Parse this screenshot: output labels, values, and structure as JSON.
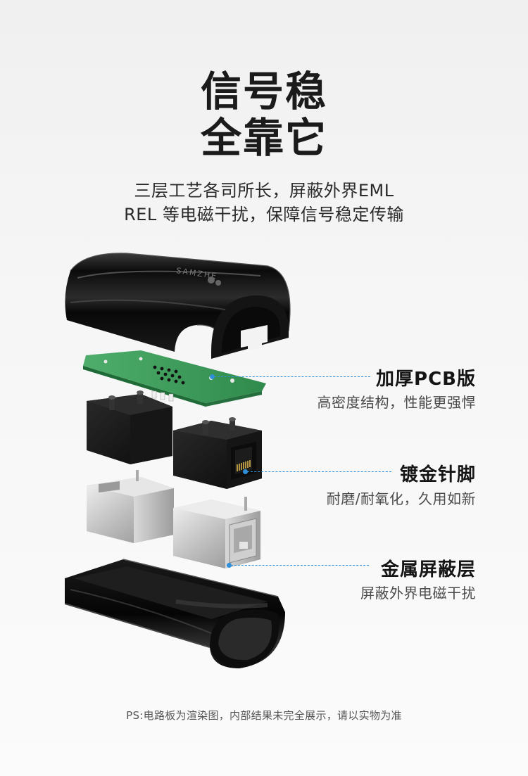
{
  "headline": {
    "line1": "信号稳",
    "line2": "全靠它"
  },
  "subtitle": {
    "line1": "三层工艺各司所长，屏蔽外界EML",
    "line2": "REL 等电磁干扰，保障信号稳定传输"
  },
  "brand_emboss": "SAMZHE",
  "callouts": [
    {
      "title": "加厚PCB版",
      "description": "高密度结构，性能更强悍"
    },
    {
      "title": "镀金针脚",
      "description": "耐磨/耐氧化，久用如新"
    },
    {
      "title": "金属屏蔽层",
      "description": "屏蔽外界电磁干扰"
    }
  ],
  "footnote": "PS:电路板为渲染图，内部结果未完全展示，请以实物为准",
  "colors": {
    "accent": "#2f8fd8",
    "pcb": "#3c9a5a",
    "housing": "#111111"
  }
}
